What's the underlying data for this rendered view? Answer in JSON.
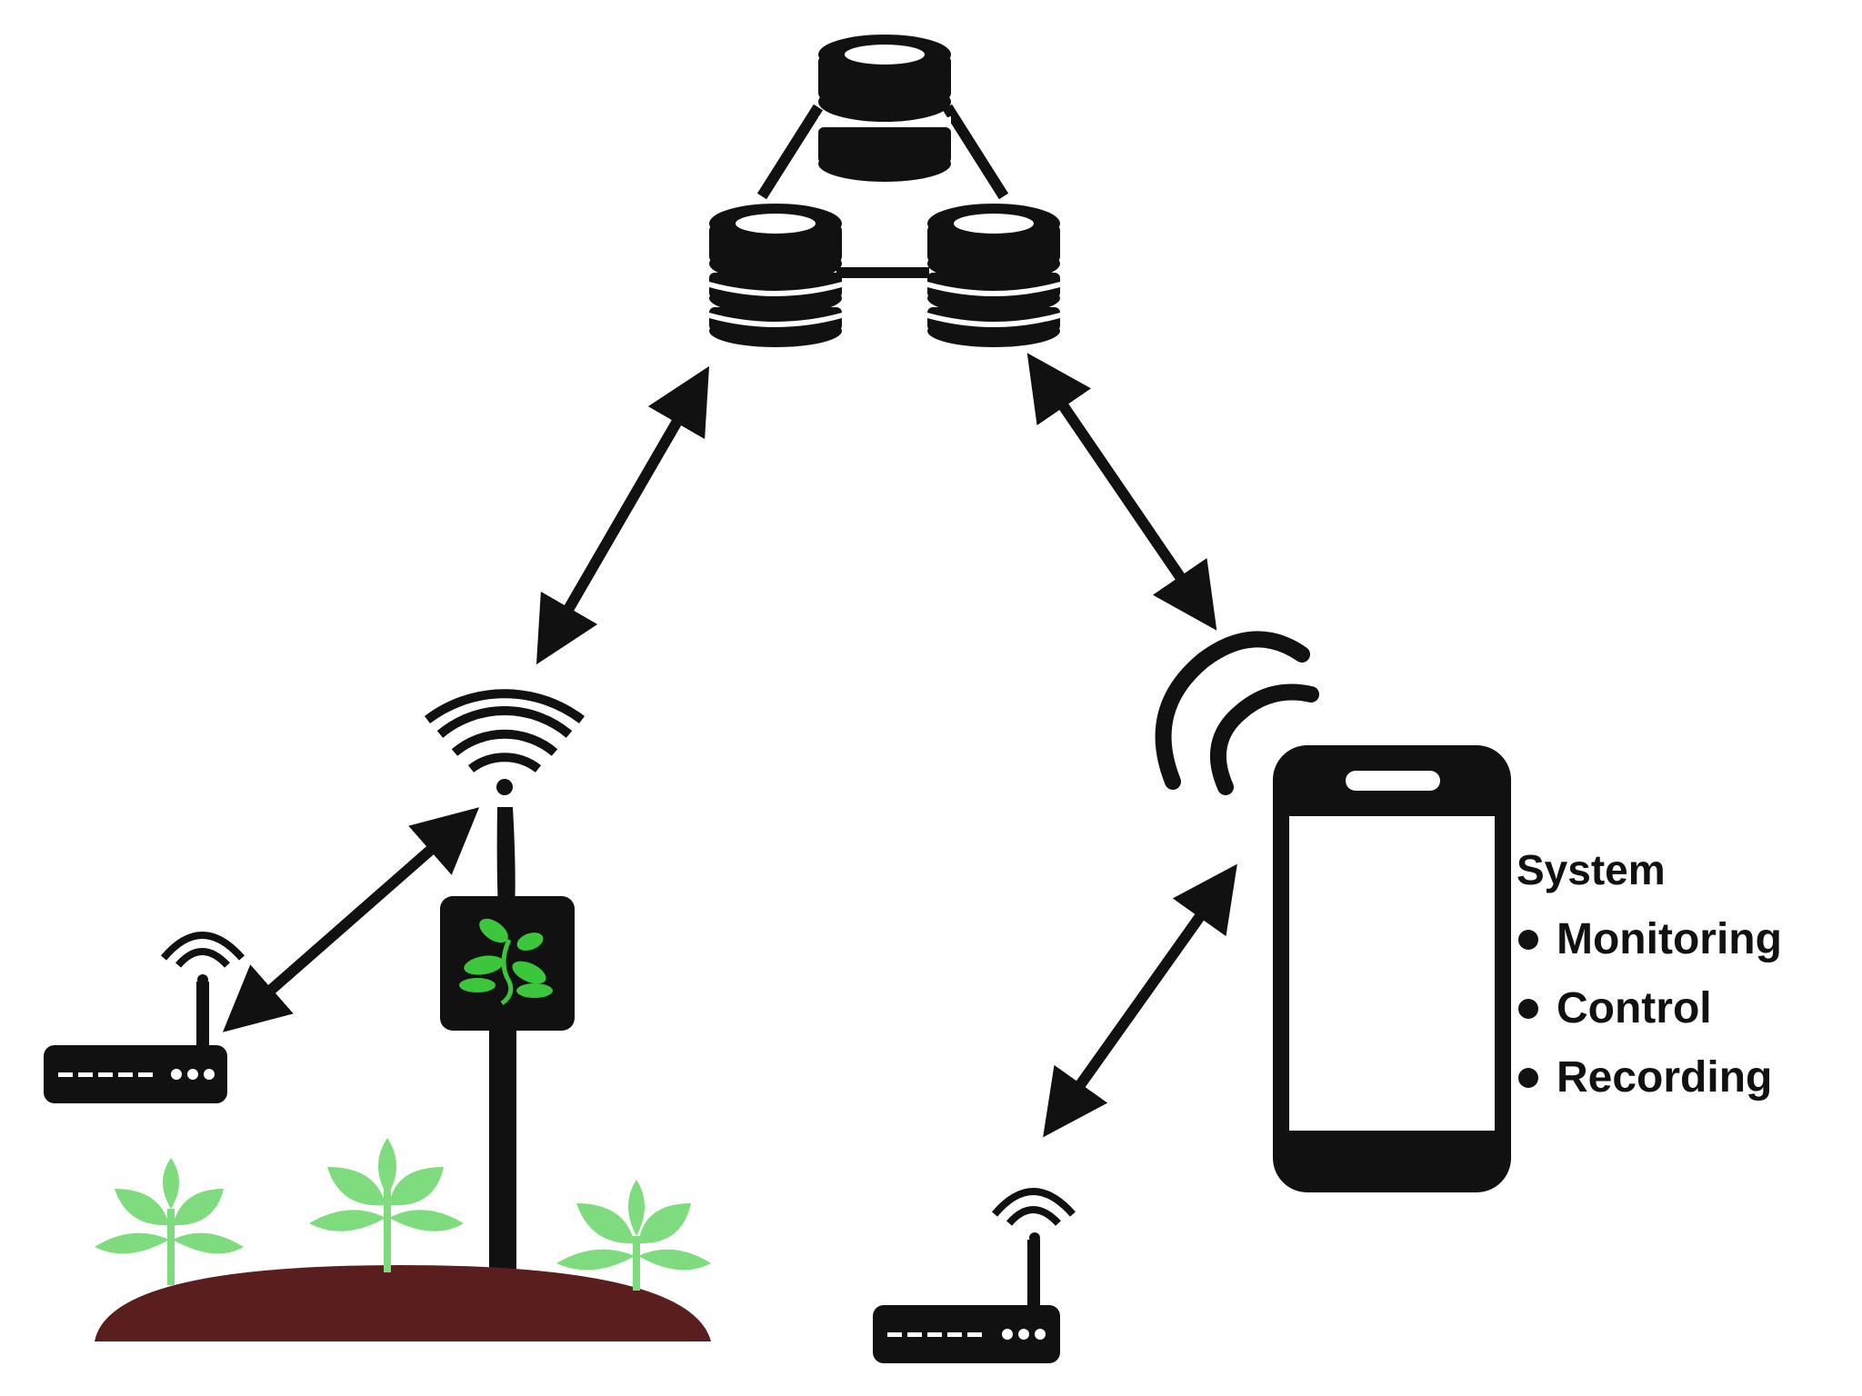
{
  "labels": {
    "title": "System",
    "features": [
      "Monitoring",
      "Control",
      "Recording"
    ]
  },
  "colors": {
    "ink": "#111111",
    "soil": "#5a1e1e",
    "sprout": "#7edc7e",
    "leaf_icon": "#3cc63c"
  },
  "icons": [
    "database-cluster-icon",
    "wifi-tower-icon",
    "router-icon",
    "smartphone-icon",
    "signal-waves-icon",
    "plant-sensor-icon",
    "sprout-icon"
  ]
}
